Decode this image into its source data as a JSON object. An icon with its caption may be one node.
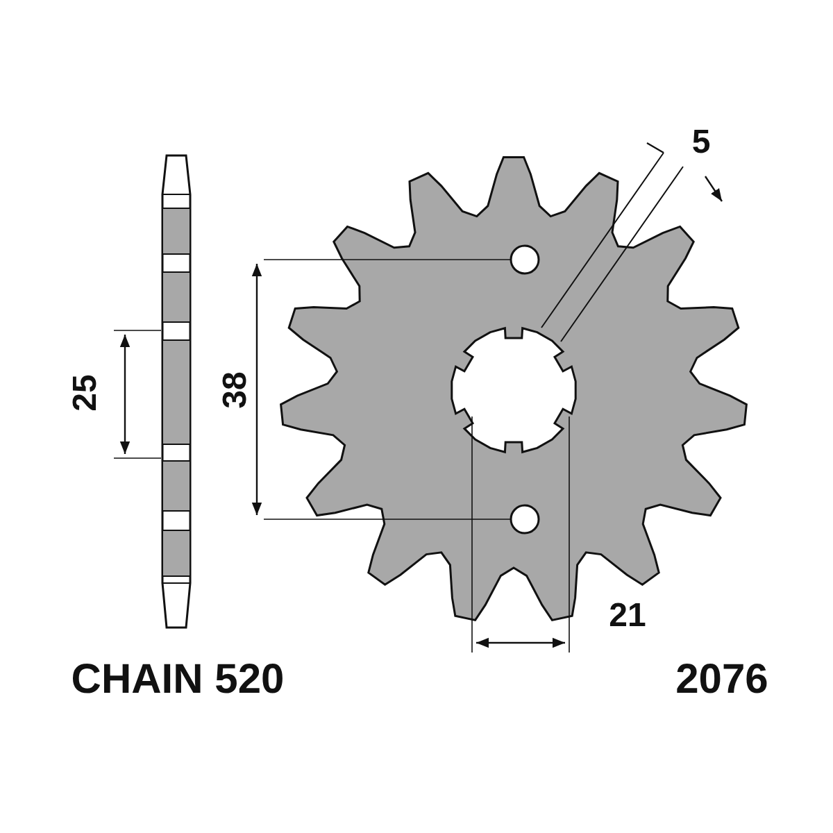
{
  "diagram": {
    "labels": [
      "5",
      "25",
      "38",
      "21",
      "CHAIN 520",
      "2076"
    ]
  }
}
